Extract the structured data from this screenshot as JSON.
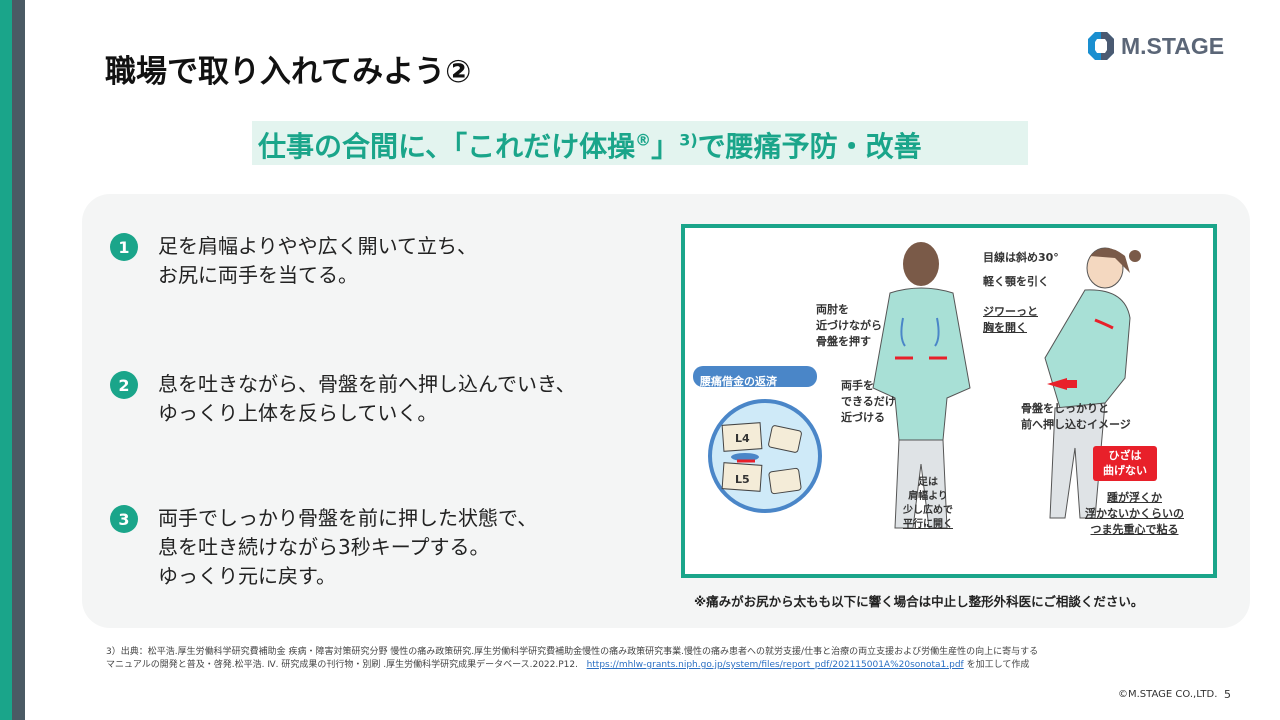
{
  "title": "職場で取り入れてみよう②",
  "logo": {
    "text": "M.STAGE"
  },
  "subtitle": {
    "before": "仕事の合間に、「これだけ体操",
    "reg": "®",
    "mid": "」",
    "sup": "3)",
    "after": "で腰痛予防・改善"
  },
  "steps": [
    {
      "num": "1",
      "lines": [
        "足を肩幅よりやや広く開いて立ち、",
        "お尻に両手を当てる。"
      ]
    },
    {
      "num": "2",
      "lines": [
        "息を吐きながら、骨盤を前へ押し込んでいき、",
        "ゆっくり上体を反らしていく。"
      ]
    },
    {
      "num": "3",
      "lines": [
        "両手でしっかり骨盤を前に押した状態で、",
        "息を吐き続けながら3秒キープする。",
        "ゆっくり元に戻す。"
      ]
    }
  ],
  "illustration": {
    "badge": "腰痛借金の返済",
    "l4": "L4",
    "l5": "L5",
    "elbows": [
      "両肘を",
      "近づけながら",
      "骨盤を押す"
    ],
    "hands": [
      "両手を",
      "できるだけ",
      "近づける"
    ],
    "feet": [
      "足は",
      "肩幅より",
      "少し広めで",
      "平行に開く"
    ],
    "gaze": "目線は斜め30°",
    "chin": "軽く顎を引く",
    "chest": [
      "ジワーっと",
      "胸を開く"
    ],
    "pelvis": [
      "骨盤をしっかりと",
      "前へ押し込むイメージ"
    ],
    "knees": [
      "ひざは",
      "曲げない"
    ],
    "heels": [
      "踵が浮くか",
      "浮かないかくらいの",
      "つま先重心で粘る"
    ],
    "colors": {
      "shirt": "#a8e0d6",
      "pants": "#dfe3e6",
      "hair": "#7a5a48",
      "red": "#e8202a",
      "blue": "#4a86c8"
    }
  },
  "note": "※痛みがお尻から太もも以下に響く場合は中止し整形外科医にご相談ください。",
  "footnote": {
    "line1": "3）出典：松平浩.厚生労働科学研究費補助金 疾病・障害対策研究分野 慢性の痛み政策研究.厚生労働科学研究費補助金慢性の痛み政策研究事業.慢性の痛み患者への就労支援/仕事と治療の両立支援および労働生産性の向上に寄与する",
    "line2": "マニュアルの開発と普及・啓発.松平浩. Ⅳ. 研究成果の刊行物・別刷 .厚生労働科学研究成果データベース.2022.P12.",
    "link": "https://mhlw-grants.niph.go.jp/system/files/report_pdf/202115001A%20sonota1.pdf",
    "after": "を加工して作成"
  },
  "copyright": "©M.STAGE CO.,LTD.",
  "page_number": "5",
  "colors": {
    "accent": "#1aa58a",
    "sidebar_dark": "#4a5a64",
    "subtitle_bg": "#e3f4ef",
    "panel_bg": "#f4f5f5"
  }
}
